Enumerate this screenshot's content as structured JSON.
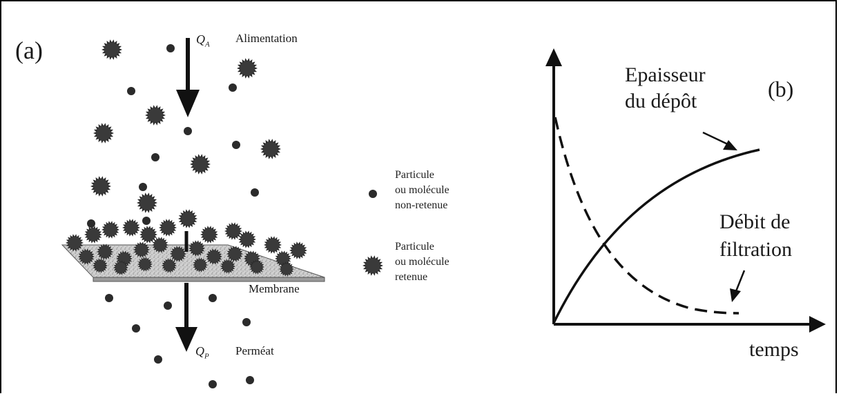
{
  "panel_a": {
    "label": "(a)",
    "feed_flow_symbol": "Q",
    "feed_flow_subscript": "A",
    "feed_label": "Alimentation",
    "permeate_flow_symbol": "Q",
    "permeate_flow_subscript": "P",
    "permeate_label": "Perméat",
    "membrane_label": "Membrane",
    "legend": {
      "small_lines": [
        "Particule",
        "ou molécule",
        "non-retenue"
      ],
      "large_lines": [
        "Particule",
        "ou molécule",
        "retenue"
      ]
    }
  },
  "panel_b": {
    "label": "(b)",
    "x_axis_label": "temps",
    "curve_deposit_lines": [
      "Epaisseur",
      "du dépôt"
    ],
    "curve_flow_lines": [
      "Débit de",
      "filtration"
    ]
  },
  "colors": {
    "ink": "#1a1a1a",
    "particle": "#2b2b2b",
    "membrane": "#c8c8c8"
  }
}
